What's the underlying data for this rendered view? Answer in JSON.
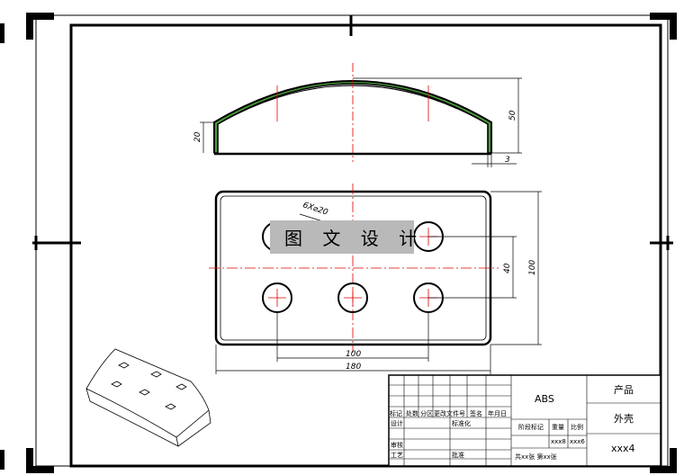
{
  "watermark": {
    "text": "图 文 设 计"
  },
  "dimensions": {
    "height_20": "20",
    "height_50": "50",
    "thickness_3": "3",
    "holes_label": "6X⌀20",
    "spacing_40": "40",
    "height_100": "100",
    "hole_span_100": "100",
    "width_180": "180"
  },
  "title_block": {
    "material": "ABS",
    "product_label": "产品",
    "part_name": "外壳",
    "drawing_no": "xxx4",
    "row_headers": [
      "标记",
      "处数",
      "分区",
      "更改文件号",
      "签名",
      "年月日"
    ],
    "design": "设计",
    "standardize": "标准化",
    "review": "审核",
    "process": "工艺",
    "approve": "批准",
    "stage_mark": "阶段标记",
    "weight": "重量",
    "scale": "比例",
    "weight_value": "xxx8",
    "scale_value": "xxx6",
    "sheets": "共xx张 第xx张"
  }
}
